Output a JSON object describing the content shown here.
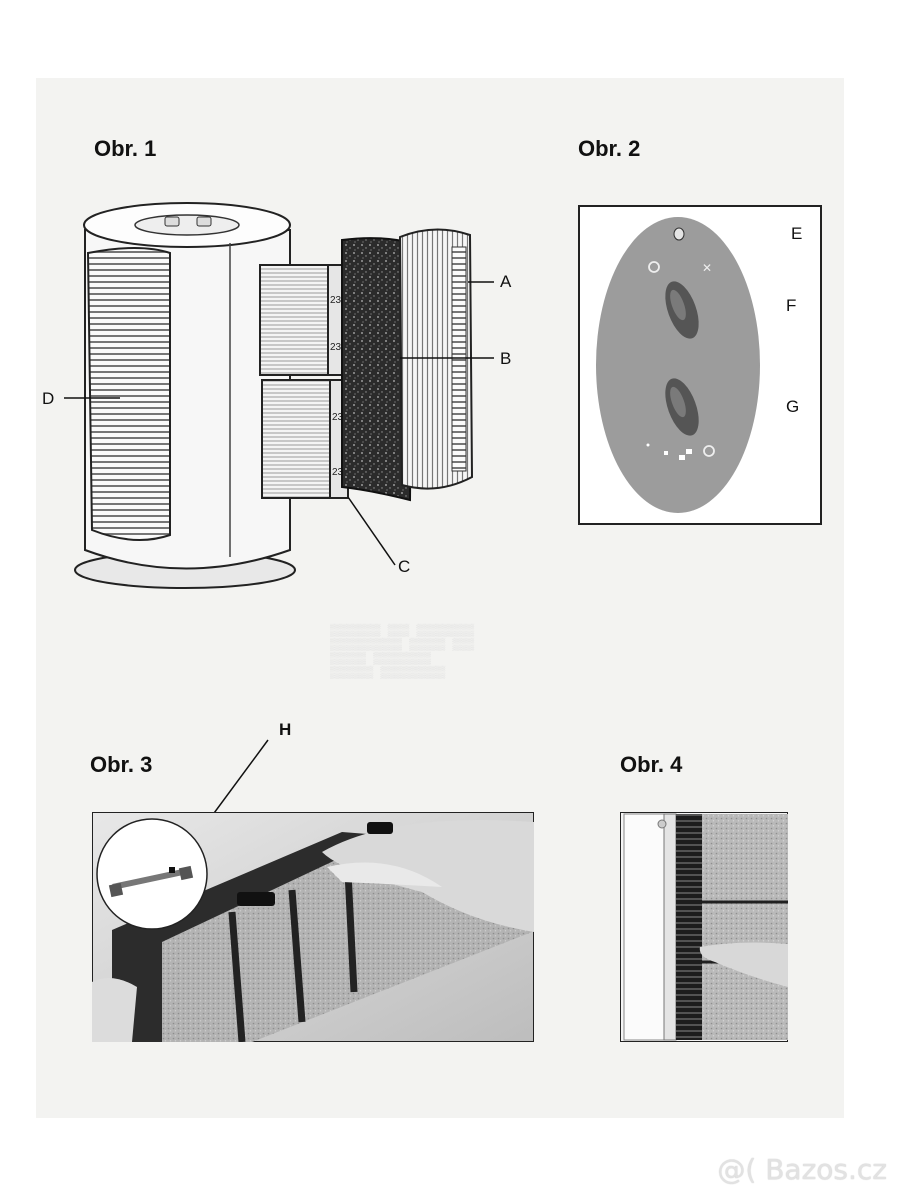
{
  "figures": [
    {
      "title": "Obr. 1"
    },
    {
      "title": "Obr. 2"
    },
    {
      "title": "Obr. 3"
    },
    {
      "title": "Obr. 4"
    }
  ],
  "callouts": {
    "a": "A",
    "b": "B",
    "c": "C",
    "d": "D",
    "e": "E",
    "f": "F",
    "g": "G",
    "h": "H"
  },
  "watermark": "@( Bazos.cz",
  "colors": {
    "panel": "#9c9c9c",
    "ink": "#111111",
    "sheet": "#f3f3f1"
  },
  "icons": [
    "power-icon",
    "fan-icon"
  ]
}
